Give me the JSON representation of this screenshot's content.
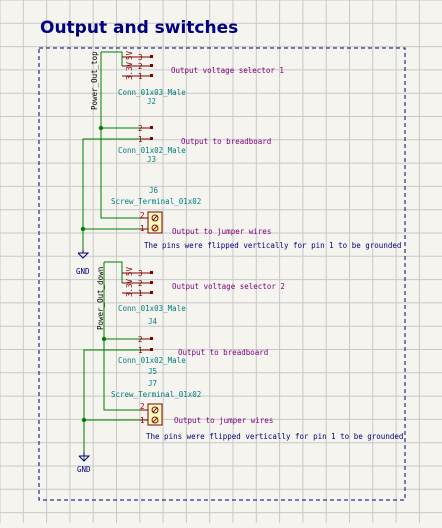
{
  "title": "Output and switches",
  "ground_label": "GND",
  "top": {
    "net_label": "Power_Out_top",
    "j2": {
      "ref": "J2",
      "value": "Conn_01x03_Male",
      "pin_names": [
        "5V",
        "3.3V"
      ],
      "pin_numbers": [
        "3",
        "2",
        "1"
      ],
      "note": "Output voltage selector 1"
    },
    "j3": {
      "ref": "J3",
      "value": "Conn_01x02_Male",
      "pin_numbers": [
        "2",
        "1"
      ],
      "note": "Output to breadboard"
    },
    "j6": {
      "ref": "J6",
      "value": "Screw_Terminal_01x02",
      "pin_numbers": [
        "2",
        "1"
      ],
      "note": "Output to jumper wires",
      "flip_note": "The pins were flipped vertically for pin 1 to be grounded"
    }
  },
  "bottom": {
    "net_label": "Power_Out_down",
    "j4": {
      "ref": "J4",
      "value": "Conn_01x03_Male",
      "pin_names": [
        "5V",
        "3.3V"
      ],
      "pin_numbers": [
        "3",
        "2",
        "1"
      ],
      "note": "Output voltage selector  2"
    },
    "j5": {
      "ref": "J5",
      "value": "Conn_01x02_Male",
      "pin_numbers": [
        "2",
        "1"
      ],
      "note": "Output to breadboard"
    },
    "j7": {
      "ref": "J7",
      "value": "Screw_Terminal_01x02",
      "pin_numbers": [
        "2",
        "1"
      ],
      "note": "Output to jumper wires",
      "flip_note": "The pins were flipped vertically for pin 1 to be grounded"
    }
  }
}
